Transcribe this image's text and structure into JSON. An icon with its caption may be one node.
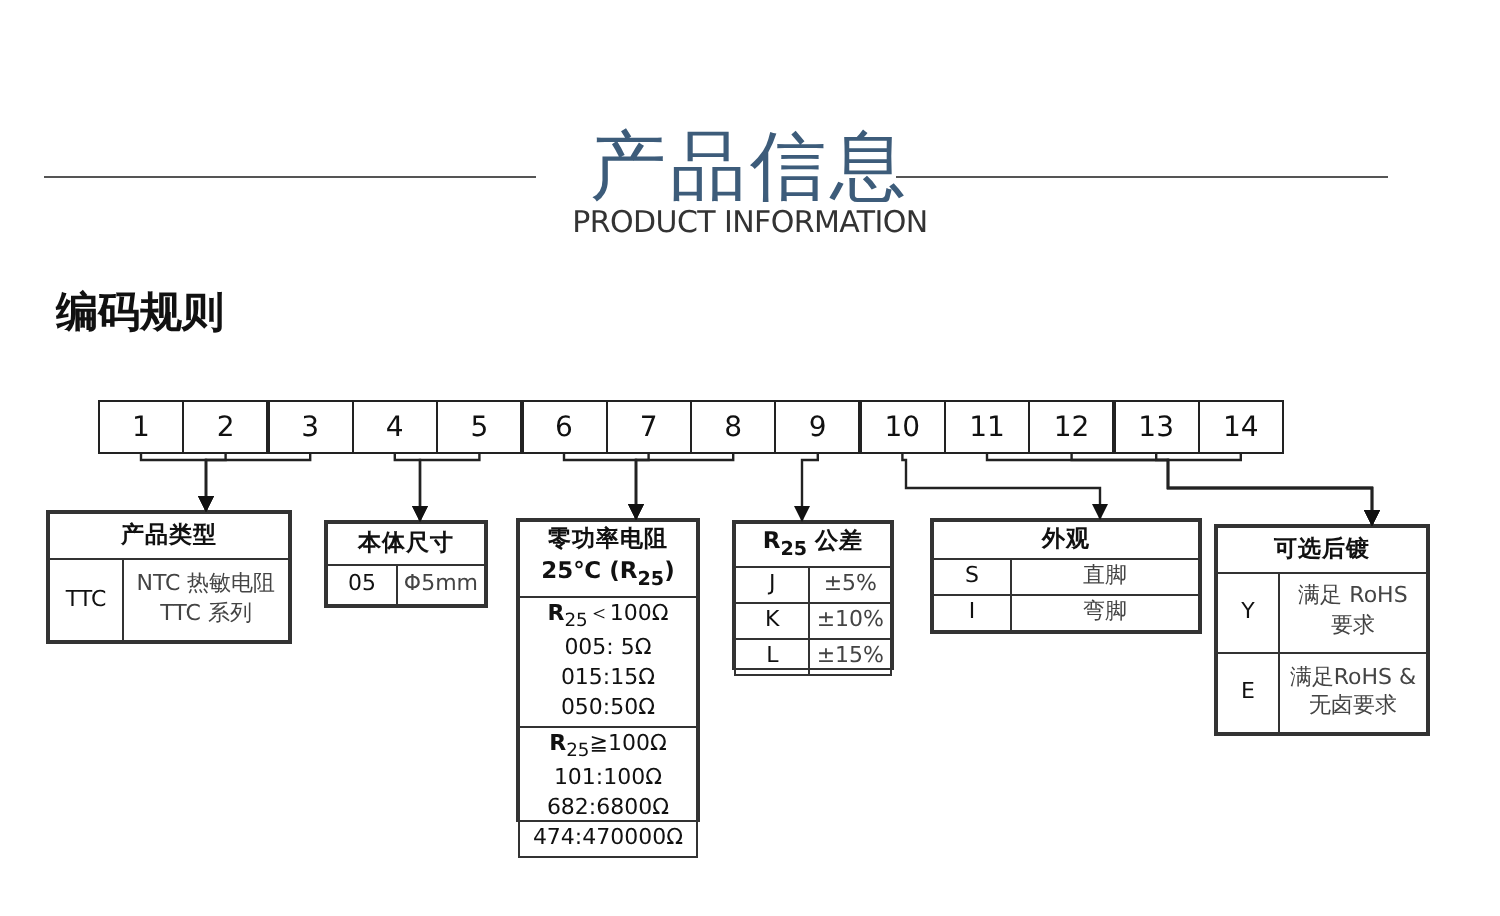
{
  "diagram": {
    "title": "产品信息",
    "nodes": [
      {
        "text": [
          "1"
        ]
      },
      {
        "text": [
          "2"
        ]
      },
      {
        "text": [
          "3"
        ]
      },
      {
        "text": [
          "4"
        ]
      },
      {
        "text": [
          "5"
        ]
      },
      {
        "text": [
          "6"
        ]
      },
      {
        "text": [
          "7"
        ]
      },
      {
        "text": [
          "8"
        ]
      },
      {
        "text": [
          "9"
        ]
      },
      {
        "text": [
          "10"
        ]
      },
      {
        "text": [
          "11"
        ]
      },
      {
        "text": [
          "12"
        ]
      },
      {
        "text": [
          "13"
        ]
      },
      {
        "text": [
          "14"
        ]
      },
      {
        "text": [
          "产品类型",
          "TTC",
          "NTC 热敏电阻 TTC 系列"
        ]
      },
      {
        "text": [
          "本体尺寸",
          "05",
          "Φ5mm"
        ]
      },
      {
        "text": [
          "零功率电阻 25℃ (R$_{25}$)",
          "**R**$_{25}$＜100Ω",
          "005: 5Ω",
          "015:15Ω",
          "050:50Ω",
          "**R**$_{25}$≧100Ω",
          "101:100Ω",
          "682:6800Ω",
          "474:470000Ω"
        ]
      },
      {
        "text": [
          "R$_{25}$ 公差",
          "J",
          "±5%",
          "K",
          "±10%",
          "L",
          "±15%"
        ]
      },
      {
        "text": [
          "外观",
          "S",
          "直脚",
          "I",
          "弯脚"
        ]
      },
      {
        "text": [
          "可选后镀",
          "Y",
          "满足 RoHS 要求",
          "E",
          "满足RoHS & 无卤要求"
        ]
      }
    ],
    "edges": [
      {
        "from": 0,
        "to": 14,
        "arrow": "to"
      },
      {
        "from": 1,
        "to": 14,
        "arrow": "to"
      },
      {
        "from": 2,
        "to": 14,
        "arrow": "to"
      },
      {
        "from": 3,
        "to": 15,
        "arrow": "to"
      },
      {
        "from": 4,
        "to": 15,
        "arrow": "to"
      },
      {
        "from": 5,
        "to": 16,
        "arrow": "to"
      },
      {
        "from": 6,
        "to": 16,
        "arrow": "to"
      },
      {
        "from": 7,
        "to": 16,
        "arrow": "to"
      },
      {
        "from": 8,
        "to": 17,
        "arrow": "to"
      },
      {
        "from": 9,
        "to": 18,
        "arrow": "to"
      },
      {
        "from": 10,
        "to": 19,
        "arrow": "to"
      },
      {
        "from": 11,
        "to": 19,
        "arrow": "to"
      },
      {
        "from": 12,
        "to": 19,
        "arrow": "to"
      },
      {
        "from": 13,
        "to": 19,
        "arrow": "to"
      }
    ],
    "labels": [
      "PRODUCT INFORMATION",
      "编码规则"
    ]
  }
}
